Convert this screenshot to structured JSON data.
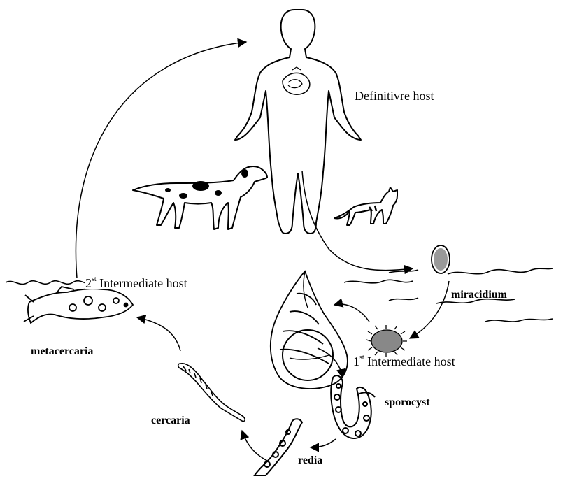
{
  "labels": {
    "definitive_host": "Definitivre host",
    "second_host_num": "2",
    "second_host_sup": "st",
    "second_host_text": "Intermediate host",
    "first_host_num": "1",
    "first_host_sup": "st",
    "first_host_text": "Intermediate host",
    "miracidium": "miracidium",
    "metacercaria": "metacercaria",
    "cercaria": "cercaria",
    "sporocyst": "sporocyst",
    "redia": "redia"
  },
  "colors": {
    "ink": "#000000",
    "background": "#ffffff"
  }
}
